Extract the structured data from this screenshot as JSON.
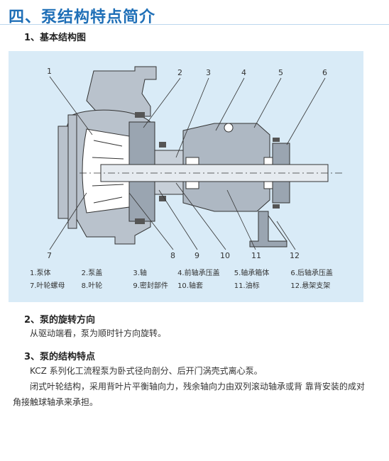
{
  "section_title": "四、泵结构特点简介",
  "structure": {
    "heading": "1、基本结构图",
    "callouts": [
      "1",
      "2",
      "3",
      "4",
      "5",
      "6",
      "7",
      "8",
      "9",
      "10",
      "11",
      "12"
    ],
    "legend_rows": [
      [
        "1.泵体",
        "2.泵盖",
        "3.轴",
        "4.前轴承压盖",
        "5.轴承箱体",
        "6.后轴承压盖"
      ],
      [
        "7.叶轮螺母",
        "8.叶轮",
        "9.密封部件",
        "10.轴套",
        "11.油标",
        "12.悬架支架"
      ]
    ]
  },
  "rotation": {
    "heading": "2、泵的旋转方向",
    "text": "从驱动端看，泵为顺时针方向旋转。"
  },
  "features": {
    "heading": "3、泵的结构特点",
    "line1": "KCZ 系列化工流程泵为卧式径向剖分、后开门涡壳式离心泵。",
    "line2": "闭式叶轮结构，采用背叶片平衡轴向力，残余轴向力由双列滚动轴承或背 靠背安装的成对角接触球轴承来承担。"
  },
  "colors": {
    "title": "#1f6fb7",
    "figure_bg": "#d9ebf7"
  }
}
